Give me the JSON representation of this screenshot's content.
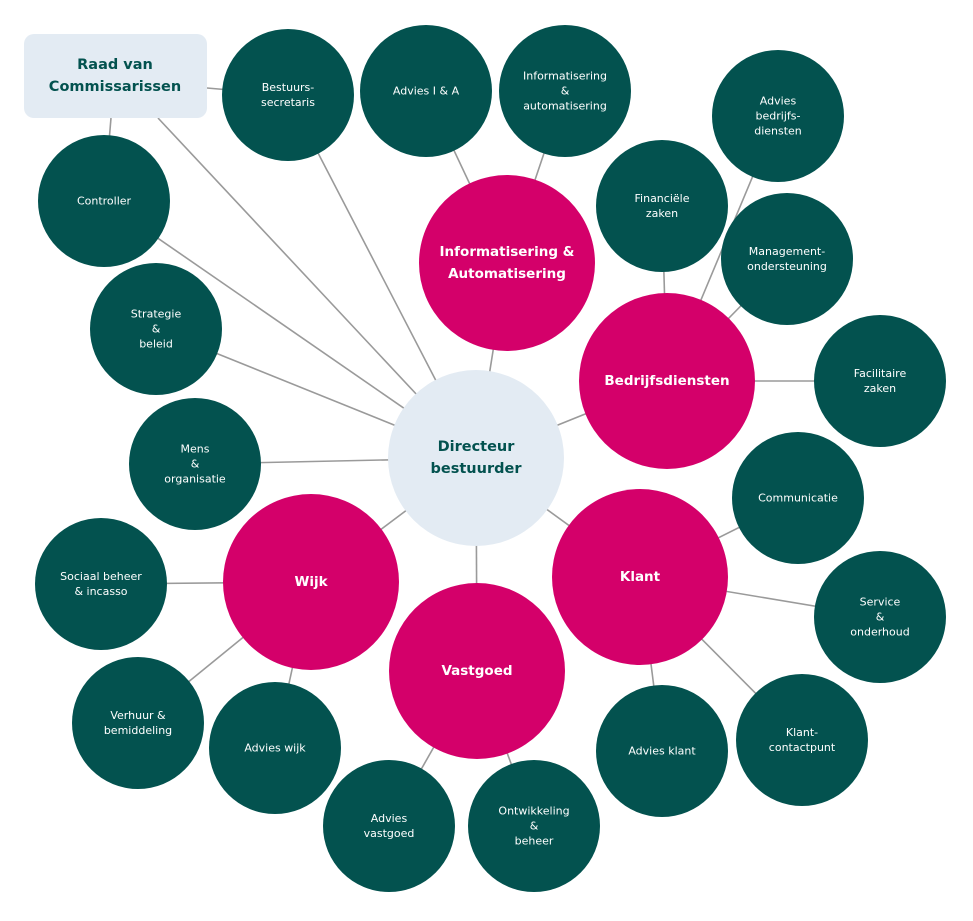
{
  "colors": {
    "department": "#d4006a",
    "unit": "#03524f",
    "center": "#e3ebf3",
    "center_text": "#03524f",
    "edge": "#9a9a9a"
  },
  "board": {
    "id": "raad",
    "lines": [
      "Raad van",
      "Commissarissen"
    ]
  },
  "center": {
    "id": "directeur",
    "lines": [
      "Directeur",
      "bestuurder"
    ]
  },
  "departments": [
    {
      "id": "ia",
      "lines": [
        "Informatisering &",
        "Automatisering"
      ]
    },
    {
      "id": "bedrijfsdiensten",
      "lines": [
        "Bedrijfsdiensten"
      ]
    },
    {
      "id": "klant",
      "lines": [
        "Klant"
      ]
    },
    {
      "id": "vastgoed",
      "lines": [
        "Vastgoed"
      ]
    },
    {
      "id": "wijk",
      "lines": [
        "Wijk"
      ]
    }
  ],
  "units": [
    {
      "id": "bestuurssecretaris",
      "parent": "directeur",
      "lines": [
        "Bestuurs-",
        "secretaris"
      ]
    },
    {
      "id": "controller",
      "parent": "directeur",
      "lines": [
        "Controller"
      ]
    },
    {
      "id": "strategie",
      "parent": "directeur",
      "lines": [
        "Strategie",
        "&",
        "beleid"
      ]
    },
    {
      "id": "mens",
      "parent": "directeur",
      "lines": [
        "Mens",
        "&",
        "organisatie"
      ]
    },
    {
      "id": "advies-ia",
      "parent": "ia",
      "lines": [
        "Advies I & A"
      ]
    },
    {
      "id": "info-auto",
      "parent": "ia",
      "lines": [
        "Informatisering",
        "&",
        "automatisering"
      ]
    },
    {
      "id": "financiele-zaken",
      "parent": "bedrijfsdiensten",
      "lines": [
        "Financiële",
        "zaken"
      ]
    },
    {
      "id": "advies-bedrijfsdiensten",
      "parent": "bedrijfsdiensten",
      "lines": [
        "Advies",
        "bedrijfs-",
        "diensten"
      ]
    },
    {
      "id": "management",
      "parent": "bedrijfsdiensten",
      "lines": [
        "Management-",
        "ondersteuning"
      ]
    },
    {
      "id": "facilitaire-zaken",
      "parent": "bedrijfsdiensten",
      "lines": [
        "Facilitaire",
        "zaken"
      ]
    },
    {
      "id": "communicatie",
      "parent": "klant",
      "lines": [
        "Communicatie"
      ]
    },
    {
      "id": "service",
      "parent": "klant",
      "lines": [
        "Service",
        "&",
        "onderhoud"
      ]
    },
    {
      "id": "klantcontactpunt",
      "parent": "klant",
      "lines": [
        "Klant-",
        "contactpunt"
      ]
    },
    {
      "id": "advies-klant",
      "parent": "klant",
      "lines": [
        "Advies klant"
      ]
    },
    {
      "id": "advies-vastgoed",
      "parent": "vastgoed",
      "lines": [
        "Advies",
        "vastgoed"
      ]
    },
    {
      "id": "ontwikkeling",
      "parent": "vastgoed",
      "lines": [
        "Ontwikkeling",
        "&",
        "beheer"
      ]
    },
    {
      "id": "sociaal",
      "parent": "wijk",
      "lines": [
        "Sociaal beheer",
        "& incasso"
      ]
    },
    {
      "id": "verhuur",
      "parent": "wijk",
      "lines": [
        "Verhuur &",
        "bemiddeling"
      ]
    },
    {
      "id": "advies-wijk",
      "parent": "wijk",
      "lines": [
        "Advies wijk"
      ]
    }
  ],
  "extra_links": [
    [
      "raad",
      "directeur"
    ],
    [
      "raad",
      "bestuurssecretaris"
    ],
    [
      "raad",
      "controller"
    ],
    [
      "directeur",
      "ia"
    ],
    [
      "directeur",
      "bedrijfsdiensten"
    ],
    [
      "directeur",
      "klant"
    ],
    [
      "directeur",
      "vastgoed"
    ],
    [
      "directeur",
      "wijk"
    ]
  ]
}
